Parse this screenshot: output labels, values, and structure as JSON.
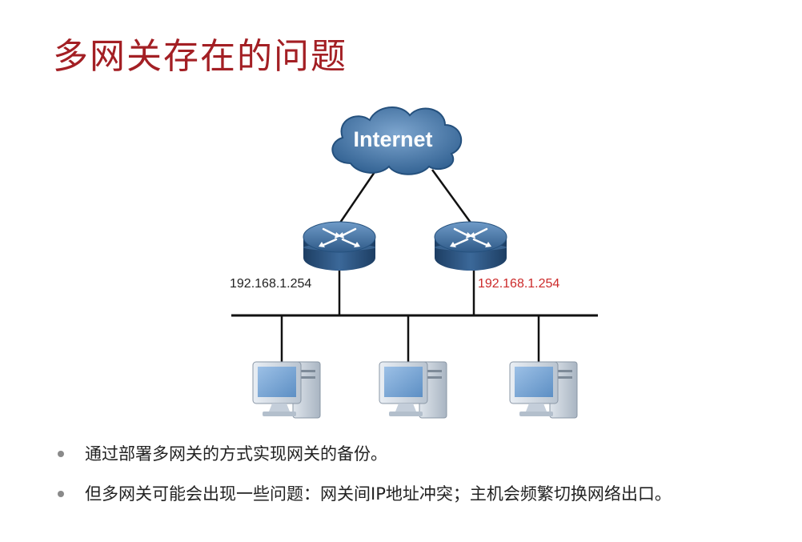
{
  "page": {
    "title": "多网关存在的问题"
  },
  "diagram": {
    "cloud_label": "Internet",
    "router_left_ip": "192.168.1.254",
    "router_right_ip": "192.168.1.254",
    "colors": {
      "left_ip": "#222222",
      "right_ip": "#cc2a2a",
      "cloud": "#2f5f90",
      "router": "#2f5a88"
    },
    "icons": [
      "cloud-icon",
      "router-icon",
      "router-icon",
      "computer-icon",
      "computer-icon",
      "computer-icon"
    ]
  },
  "bullets": [
    "通过部署多网关的方式实现网关的备份。",
    "但多网关可能会出现一些问题：网关间IP地址冲突；主机会频繁切换网络出口。"
  ]
}
